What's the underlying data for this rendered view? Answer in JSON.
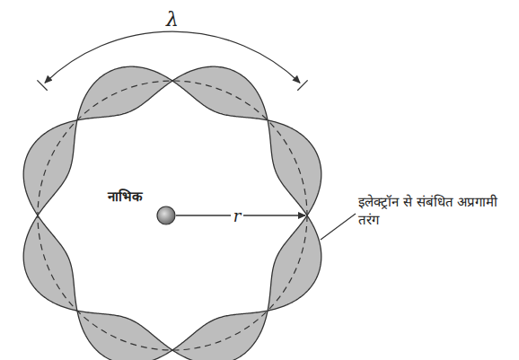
{
  "diagram": {
    "labels": [
      "λ",
      "नाभिक",
      "r",
      "इलेक्ट्रॉन से संबंधित अप्रगामी तरंग"
    ]
  }
}
